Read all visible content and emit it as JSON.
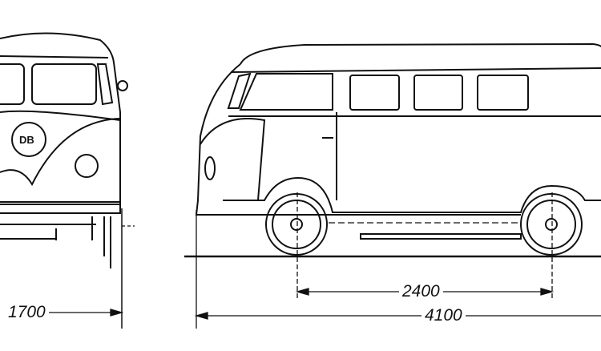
{
  "drawing": {
    "badge_text": "DB",
    "dimensions": {
      "track_width": "1700",
      "wheelbase": "2400",
      "overall_length": "4100"
    }
  }
}
